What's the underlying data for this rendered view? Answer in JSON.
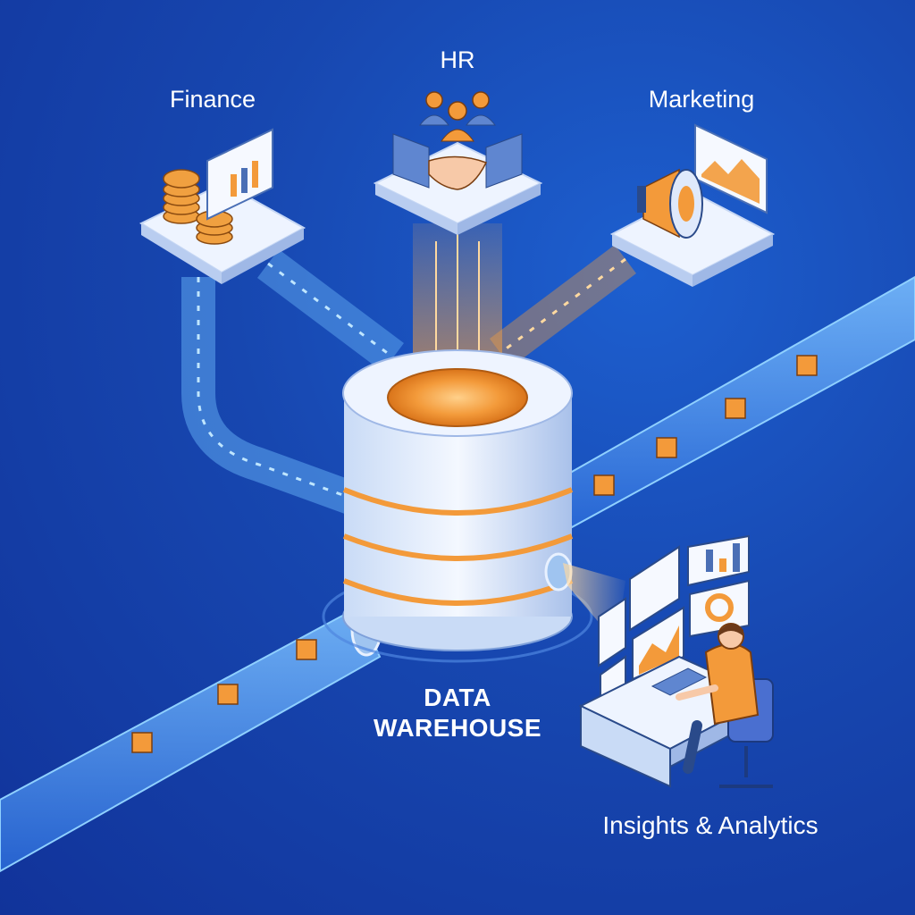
{
  "nodes": {
    "finance": {
      "label": "Finance",
      "icons": [
        "coins-icon",
        "bar-chart-icon"
      ]
    },
    "hr": {
      "label": "HR",
      "icons": [
        "people-icon",
        "handshake-icon"
      ]
    },
    "marketing": {
      "label": "Marketing",
      "icons": [
        "megaphone-icon",
        "area-chart-icon"
      ]
    },
    "warehouse": {
      "line1": "DATA",
      "line2": "WAREHOUSE",
      "icon": "database-cylinder-icon"
    },
    "insights": {
      "label": "Insights & Analytics",
      "icons": [
        "analyst-at-desk-icon",
        "dashboard-monitors-icon"
      ]
    }
  },
  "colors": {
    "background": "#1747b0",
    "pipe": "#5fa8f0",
    "accent_orange": "#f39a3a",
    "platform_top": "#eef4ff",
    "platform_side": "#b9cdf0",
    "text": "#ffffff"
  }
}
